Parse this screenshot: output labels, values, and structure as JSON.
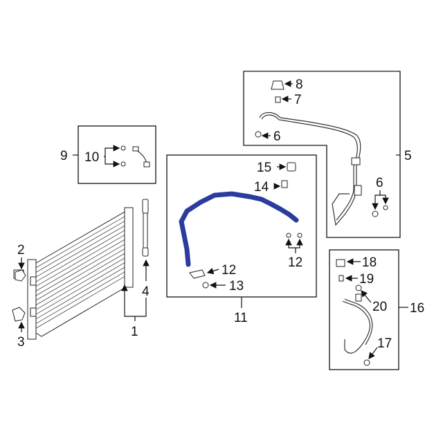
{
  "callouts": {
    "c1": "1",
    "c2": "2",
    "c3": "3",
    "c4": "4",
    "c5": "5",
    "c6a": "6",
    "c6b": "6",
    "c7": "7",
    "c8": "8",
    "c9": "9",
    "c10": "10",
    "c11": "11",
    "c12a": "12",
    "c12b": "12",
    "c13": "13",
    "c14": "14",
    "c15": "15",
    "c16": "16",
    "c17": "17",
    "c18": "18",
    "c19": "19",
    "c20": "20"
  },
  "colors": {
    "highlight_hose": "#2b3c9e",
    "line": "#111111"
  }
}
